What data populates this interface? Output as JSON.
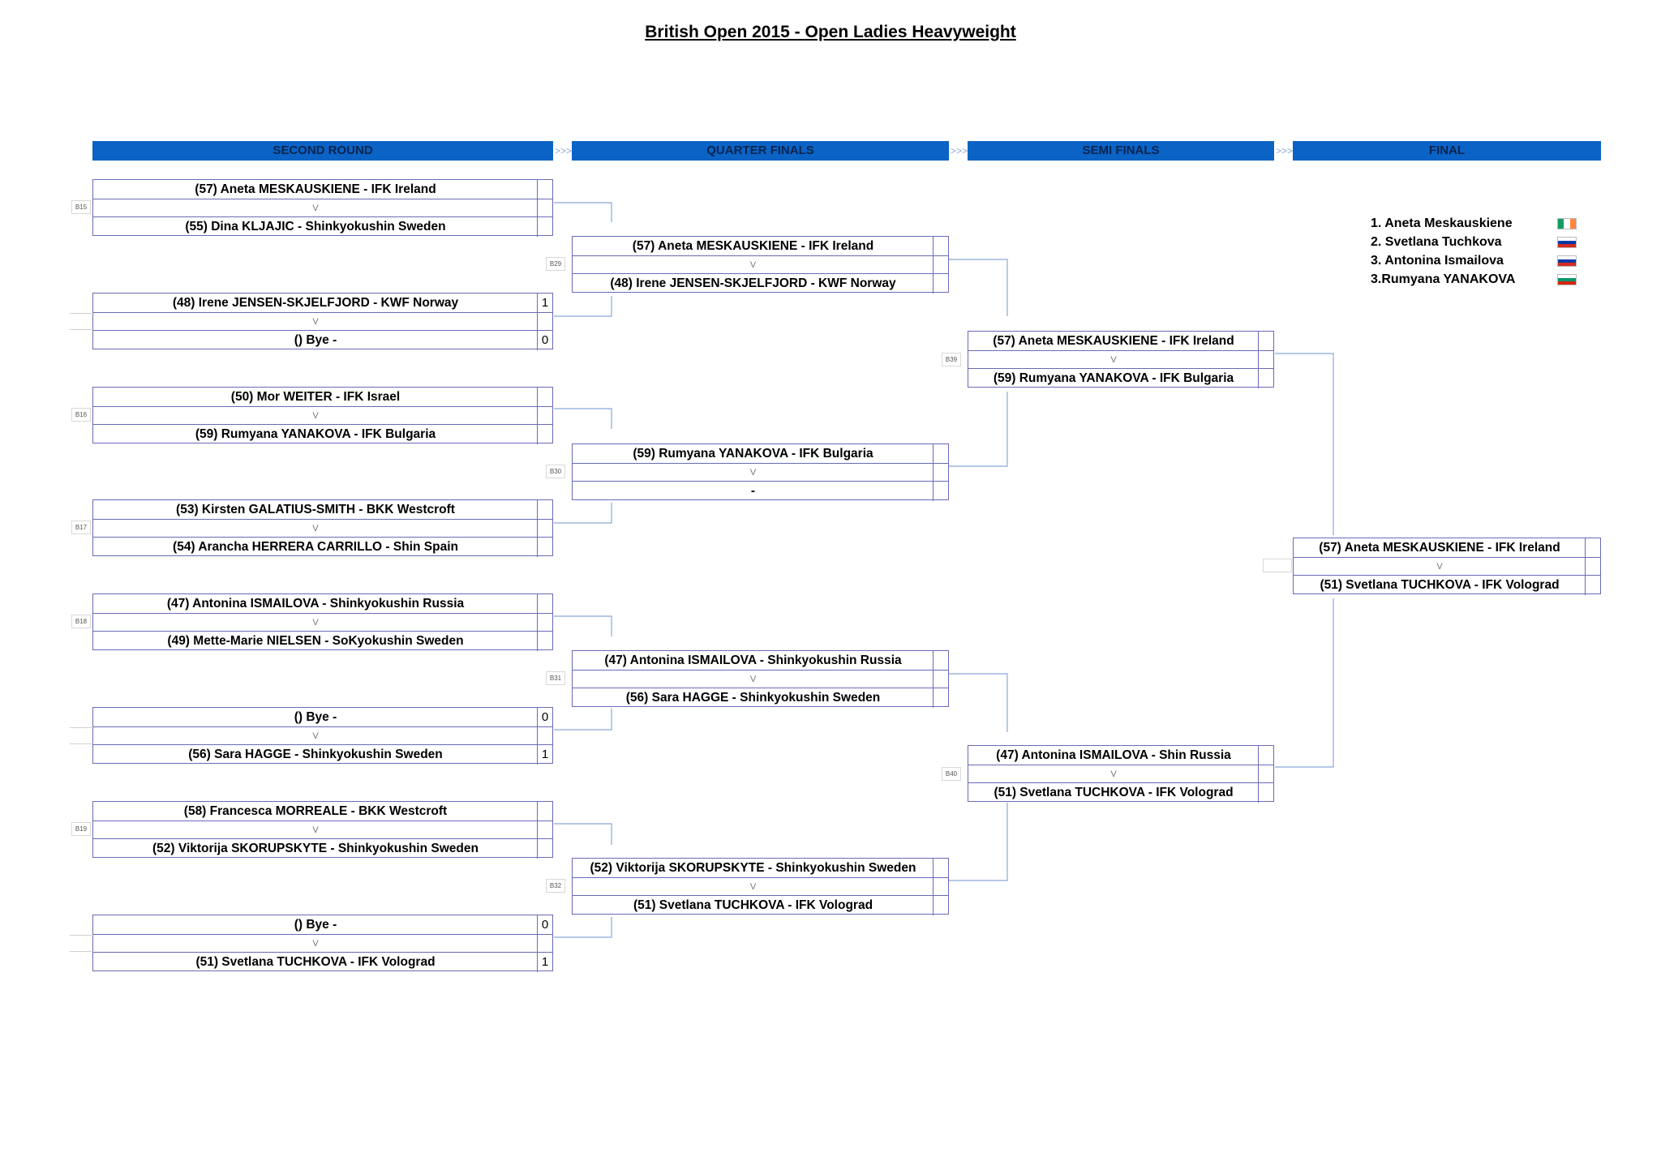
{
  "title": "British Open 2015 - Open Ladies Heavyweight",
  "rounds": [
    "SECOND ROUND",
    "QUARTER FINALS",
    "SEMI FINALS",
    "FINAL"
  ],
  "round_separator": ">>>",
  "vs_text": "V",
  "matches": {
    "b15": {
      "bout": "B15",
      "top": "(57) Aneta MESKAUSKIENE - IFK Ireland",
      "bottom": "(55) Dina KLJAJIC - Shinkyokushin Sweden",
      "top_score": "",
      "bottom_score": ""
    },
    "bye1": {
      "top": "(48) Irene JENSEN-SKJELFJORD - KWF Norway",
      "bottom": "() Bye -",
      "top_score": "1",
      "bottom_score": "0"
    },
    "b16": {
      "bout": "B16",
      "top": "(50) Mor WEITER - IFK Israel",
      "bottom": "(59) Rumyana YANAKOVA - IFK Bulgaria",
      "top_score": "",
      "bottom_score": ""
    },
    "b17": {
      "bout": "B17",
      "top": "(53) Kirsten GALATIUS-SMITH - BKK Westcroft",
      "bottom": "(54) Arancha HERRERA CARRILLO - Shin Spain",
      "top_score": "",
      "bottom_score": ""
    },
    "b18": {
      "bout": "B18",
      "top": "(47) Antonina ISMAILOVA - Shinkyokushin Russia",
      "bottom": "(49) Mette-Marie NIELSEN - SoKyokushin Sweden",
      "top_score": "",
      "bottom_score": ""
    },
    "bye2": {
      "top": "() Bye -",
      "bottom": "(56) Sara HAGGE - Shinkyokushin Sweden",
      "top_score": "0",
      "bottom_score": "1"
    },
    "b19": {
      "bout": "B19",
      "top": "(58) Francesca MORREALE - BKK Westcroft",
      "bottom": "(52) Viktorija SKORUPSKYTE - Shinkyokushin Sweden",
      "top_score": "",
      "bottom_score": ""
    },
    "bye3": {
      "top": "() Bye -",
      "bottom": "(51) Svetlana TUCHKOVA - IFK Volograd",
      "top_score": "0",
      "bottom_score": "1"
    },
    "b29": {
      "bout": "B29",
      "top": "(57) Aneta MESKAUSKIENE - IFK Ireland",
      "bottom": "(48) Irene JENSEN-SKJELFJORD - KWF Norway",
      "top_score": "",
      "bottom_score": ""
    },
    "b30": {
      "bout": "B30",
      "top": "(59) Rumyana YANAKOVA - IFK Bulgaria",
      "bottom": "-",
      "top_score": "",
      "bottom_score": ""
    },
    "b31": {
      "bout": "B31",
      "top": "(47) Antonina ISMAILOVA - Shinkyokushin Russia",
      "bottom": "(56) Sara HAGGE - Shinkyokushin Sweden",
      "top_score": "",
      "bottom_score": ""
    },
    "b32": {
      "bout": "B32",
      "top": "(52) Viktorija SKORUPSKYTE - Shinkyokushin Sweden",
      "bottom": "(51) Svetlana TUCHKOVA - IFK Volograd",
      "top_score": "",
      "bottom_score": ""
    },
    "b39": {
      "bout": "B39",
      "top": "(57) Aneta MESKAUSKIENE - IFK Ireland",
      "bottom": "(59) Rumyana YANAKOVA - IFK Bulgaria",
      "top_score": "",
      "bottom_score": ""
    },
    "b40": {
      "bout": "B40",
      "top": "(47) Antonina ISMAILOVA - Shin Russia",
      "bottom": "(51) Svetlana TUCHKOVA - IFK Volograd",
      "top_score": "",
      "bottom_score": ""
    },
    "final": {
      "top": "(57) Aneta MESKAUSKIENE - IFK Ireland",
      "bottom": "(51) Svetlana TUCHKOVA - IFK Volograd",
      "top_score": "",
      "bottom_score": ""
    }
  },
  "results": [
    {
      "label": "1. Aneta Meskauskiene",
      "flag": "ireland-flag"
    },
    {
      "label": "2. Svetlana Tuchkova",
      "flag": "russia-flag"
    },
    {
      "label": "3. Antonina Ismailova",
      "flag": "russia-flag"
    },
    {
      "label": "3.Rumyana YANAKOVA",
      "flag": "bulgaria-flag"
    }
  ],
  "colors": {
    "header": "#0b63c5",
    "border": "#6a6ab8",
    "connector": "#8aa8d8"
  }
}
